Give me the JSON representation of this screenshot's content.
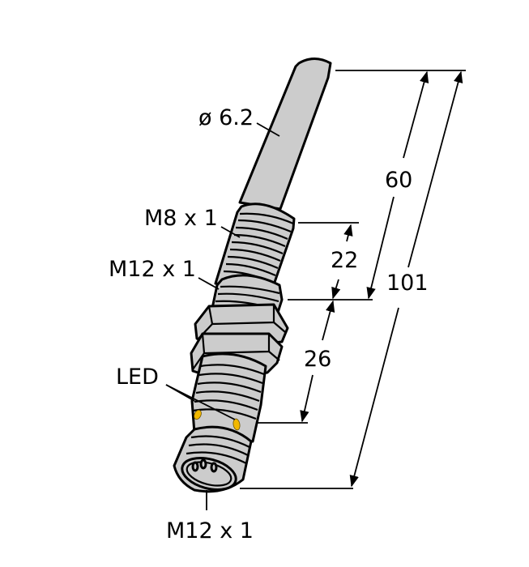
{
  "diagram": {
    "title": "Inductive sensor dimensional drawing",
    "labels": {
      "diameter": "ø 6.2",
      "thread_small": "M8 x 1",
      "thread_mid": "M12 x 1",
      "led": "LED",
      "connector": "M12 x 1"
    },
    "dimensions": {
      "sensing_section": "60",
      "total_length": "101",
      "m8_thread_length": "22",
      "m12_thread_length": "26"
    },
    "colors": {
      "housing": "#cccccc",
      "outline": "#000000",
      "led": "#f2b800",
      "background": "#ffffff"
    }
  }
}
